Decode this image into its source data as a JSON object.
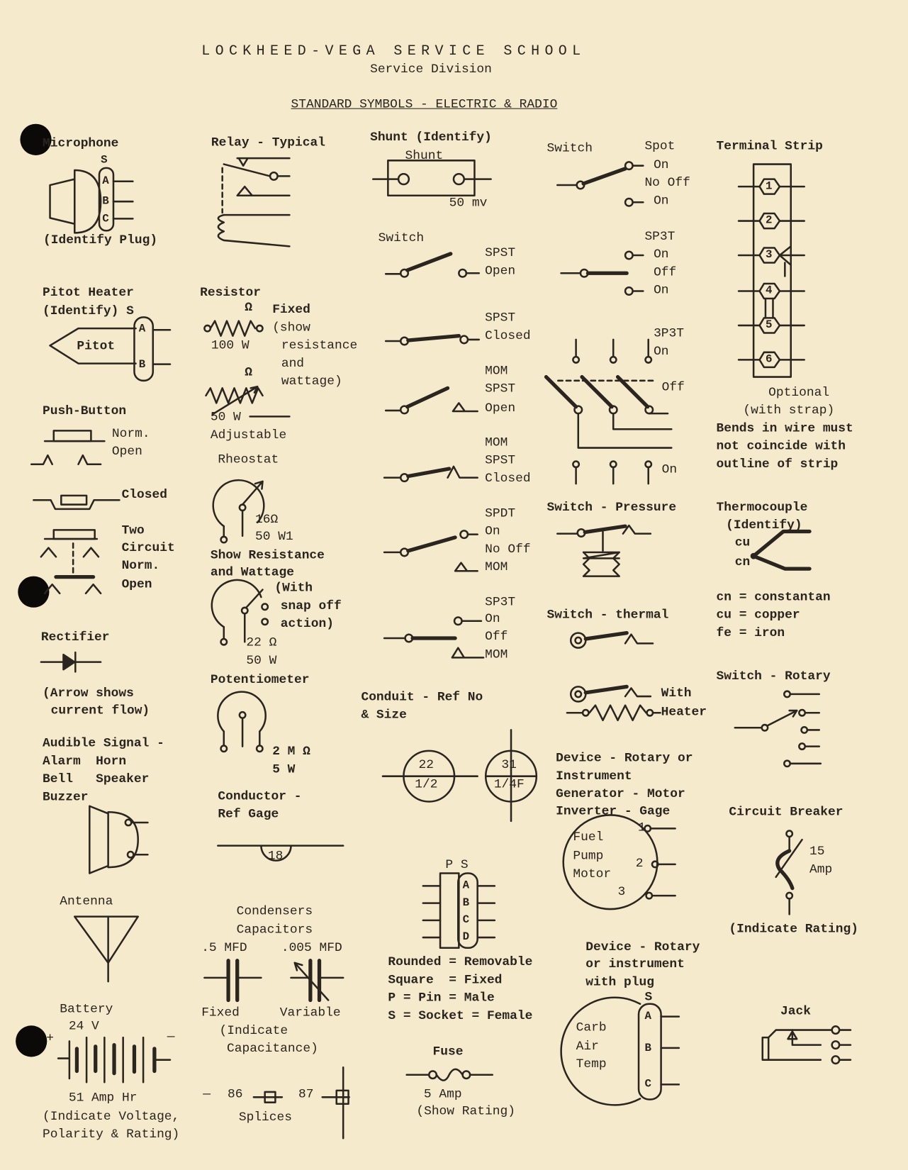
{
  "header": {
    "school": "LOCKHEED-VEGA SERVICE SCHOOL",
    "division": "Service Division",
    "title": "STANDARD SYMBOLS - ELECTRIC & RADIO"
  },
  "microphone": {
    "label": "Microphone",
    "socket": "S",
    "pins": [
      "A",
      "B",
      "C"
    ],
    "note": "(Identify Plug)"
  },
  "pitot_heater": {
    "label": "Pitot Heater",
    "identify": "(Identify) S",
    "name": "Pitot",
    "pins": [
      "A",
      "B"
    ]
  },
  "push_button": {
    "label": "Push-Button",
    "norm": "Norm.",
    "open": "Open",
    "closed": "Closed",
    "two": "Two",
    "circuit": "Circuit",
    "norm2": "Norm.",
    "open2": "Open"
  },
  "rectifier": {
    "label": "Rectifier",
    "note1": "(Arrow shows",
    "note2": "current flow)"
  },
  "audible_signal": {
    "label": "Audible Signal -",
    "line1": "Alarm  Horn",
    "line2": "Bell   Speaker",
    "line3": "Buzzer"
  },
  "antenna": {
    "label": "Antenna"
  },
  "battery": {
    "label": "Battery",
    "voltage": "24 V",
    "plus": "+",
    "minus": "—",
    "rating": "51 Amp Hr",
    "note1": "(Indicate Voltage,",
    "note2": "Polarity & Rating)"
  },
  "relay": {
    "label": "Relay - Typical"
  },
  "resistor": {
    "label": "Resistor",
    "ohm1": "Ω",
    "fixed": "Fixed",
    "note1": "(show",
    "note2": "resistance",
    "note3": "and",
    "note4": "wattage)",
    "watt1": "100 W",
    "ohm2": "Ω",
    "watt2": "50 W",
    "adjustable": "Adjustable"
  },
  "rheostat": {
    "label": "Rheostat",
    "ohm": "16Ω",
    "watt": "50 W1",
    "show1": "Show Resistance",
    "show2": "and Wattage",
    "snap1": "(With",
    "snap2": "snap off",
    "snap3": "action)",
    "ohm2": "22 Ω",
    "watt2": "50 W"
  },
  "potentiometer": {
    "label": "Potentiometer",
    "ohm": "2 M Ω",
    "watt": "5 W"
  },
  "conductor": {
    "label1": "Conductor -",
    "label2": "Ref Gage",
    "gage": "18"
  },
  "condensers": {
    "label1": "Condensers",
    "label2": "Capacitors",
    "fixed_value": ".5 MFD",
    "variable_value": ".005 MFD",
    "fixed": "Fixed",
    "variable": "Variable",
    "note1": "(Indicate",
    "note2": "Capacitance)"
  },
  "splices": {
    "dash": "—",
    "a": "86",
    "b": "87",
    "label": "Splices"
  },
  "shunt": {
    "label": "Shunt (Identify)",
    "name": "Shunt",
    "rating": "50 mv"
  },
  "switches": {
    "label": "Switch",
    "spst_open": [
      "SPST",
      "Open"
    ],
    "spst_closed": [
      "SPST",
      "Closed"
    ],
    "mom_spst_open": [
      "MOM",
      "SPST",
      "Open"
    ],
    "mom_spst_closed": [
      "MOM",
      "SPST",
      "Closed"
    ],
    "spdt": [
      "SPDT",
      "On",
      "No Off",
      "MOM"
    ],
    "sp3t_mom": [
      "SP3T",
      "On",
      "Off",
      "MOM"
    ]
  },
  "conduit": {
    "label1": "Conduit - Ref No",
    "label2": "& Size",
    "a_ref": "22",
    "a_size": "1/2",
    "b_ref": "31",
    "b_size": "1/4F"
  },
  "plug": {
    "ps": "P S",
    "pins": [
      "A",
      "B",
      "C",
      "D"
    ],
    "legend": [
      "Rounded = Removable",
      "Square  = Fixed",
      "P = Pin = Male",
      "S = Socket = Female"
    ]
  },
  "fuse": {
    "label": "Fuse",
    "rating": "5 Amp",
    "note": "(Show Rating)"
  },
  "switch_spot": {
    "label": "Switch",
    "spot": "Spot",
    "on1": "On",
    "nooff": "No Off",
    "on2": "On"
  },
  "switch_sp3t": {
    "label": "SP3T",
    "on1": "On",
    "off": "Off",
    "on2": "On"
  },
  "switch_3p3t": {
    "label": "3P3T",
    "on1": "On",
    "off": "Off",
    "on2": "On"
  },
  "switch_pressure": {
    "label": "Switch - Pressure"
  },
  "switch_thermal": {
    "label": "Switch - thermal",
    "with": "With",
    "heater": "Heater"
  },
  "device_rotary": {
    "l1": "Device - Rotary or",
    "l2": "Instrument",
    "l3": "Generator - Motor",
    "l4": "Inverter - Gage",
    "name1": "Fuel",
    "name2": "Pump",
    "name3": "Motor",
    "t1": "1",
    "t2": "2",
    "t3": "3"
  },
  "device_plug": {
    "l1": "Device - Rotary",
    "l2": "or instrument",
    "l3": "with plug",
    "s": "S",
    "name1": "Carb",
    "name2": "Air",
    "name3": "Temp",
    "pins": [
      "A",
      "B",
      "C"
    ]
  },
  "terminal_strip": {
    "label": "Terminal Strip",
    "terminals": [
      "1",
      "2",
      "3",
      "4",
      "5",
      "6"
    ],
    "optional": "Optional",
    "strap": "(with strap)",
    "note1": "Bends in wire must",
    "note2": "not coincide with",
    "note3": "outline of strip"
  },
  "thermocouple": {
    "label": "Thermocouple",
    "identify": "(Identify)",
    "cu": "cu",
    "cn": "cn",
    "legend": [
      "cn = constantan",
      "cu = copper",
      "fe = iron"
    ]
  },
  "switch_rotary": {
    "label": "Switch - Rotary"
  },
  "circuit_breaker": {
    "label": "Circuit Breaker",
    "rating1": "15",
    "rating2": "Amp",
    "note": "(Indicate Rating)"
  },
  "jack": {
    "label": "Jack"
  }
}
